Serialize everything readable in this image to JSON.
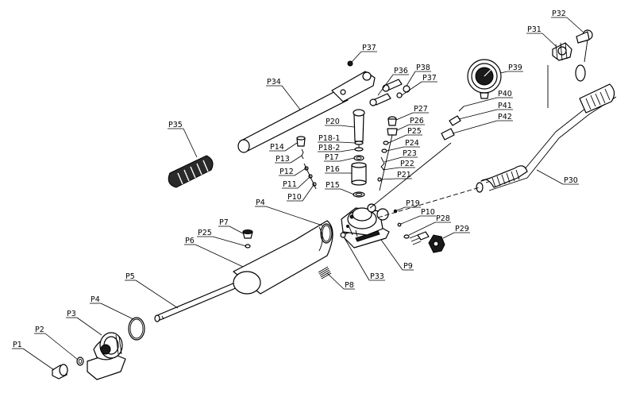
{
  "labels": [
    {
      "id": "p1",
      "text": "P1"
    },
    {
      "id": "p2",
      "text": "P2"
    },
    {
      "id": "p3",
      "text": "P3"
    },
    {
      "id": "p4a",
      "text": "P4"
    },
    {
      "id": "p5",
      "text": "P5"
    },
    {
      "id": "p6",
      "text": "P6"
    },
    {
      "id": "p25a",
      "text": "P25"
    },
    {
      "id": "p7",
      "text": "P7"
    },
    {
      "id": "p4b",
      "text": "P4"
    },
    {
      "id": "p8",
      "text": "P8"
    },
    {
      "id": "p33",
      "text": "P33"
    },
    {
      "id": "p9",
      "text": "P9"
    },
    {
      "id": "p35",
      "text": "P35"
    },
    {
      "id": "p34",
      "text": "P34"
    },
    {
      "id": "p37a",
      "text": "P37"
    },
    {
      "id": "p36",
      "text": "P36"
    },
    {
      "id": "p38",
      "text": "P38"
    },
    {
      "id": "p37b",
      "text": "P37"
    },
    {
      "id": "p20",
      "text": "P20"
    },
    {
      "id": "p18_1",
      "text": "P18-1"
    },
    {
      "id": "p18_2",
      "text": "P18-2"
    },
    {
      "id": "p17",
      "text": "P17"
    },
    {
      "id": "p16",
      "text": "P16"
    },
    {
      "id": "p15",
      "text": "P15"
    },
    {
      "id": "p14",
      "text": "P14"
    },
    {
      "id": "p13",
      "text": "P13"
    },
    {
      "id": "p12",
      "text": "P12"
    },
    {
      "id": "p11",
      "text": "P11"
    },
    {
      "id": "p10a",
      "text": "P10"
    },
    {
      "id": "p27",
      "text": "P27"
    },
    {
      "id": "p26",
      "text": "P26"
    },
    {
      "id": "p25b",
      "text": "P25"
    },
    {
      "id": "p24",
      "text": "P24"
    },
    {
      "id": "p23",
      "text": "P23"
    },
    {
      "id": "p22",
      "text": "P22"
    },
    {
      "id": "p21",
      "text": "P21"
    },
    {
      "id": "p19",
      "text": "P19"
    },
    {
      "id": "p10b",
      "text": "P10"
    },
    {
      "id": "p28",
      "text": "P28"
    },
    {
      "id": "p29",
      "text": "P29"
    },
    {
      "id": "p39",
      "text": "P39"
    },
    {
      "id": "p40",
      "text": "P40"
    },
    {
      "id": "p41",
      "text": "P41"
    },
    {
      "id": "p42",
      "text": "P42"
    },
    {
      "id": "p30",
      "text": "P30"
    },
    {
      "id": "p31",
      "text": "P31"
    },
    {
      "id": "p32",
      "text": "P32"
    }
  ]
}
